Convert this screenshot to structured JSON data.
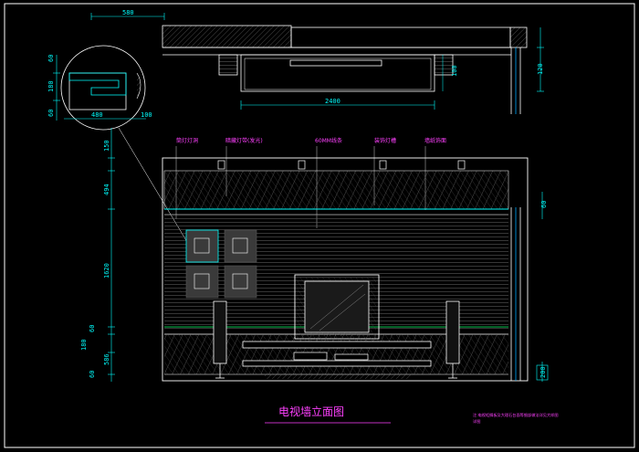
{
  "drawing": {
    "title": "电视墙立面图",
    "note_lines": [
      "注:电视柜搁板及大理石台面等细部做法详见大样图",
      "详图"
    ]
  },
  "ceiling_section": {
    "dim_top": "580",
    "dim_width": "2400",
    "dim_height_left": "100",
    "dim_height_right": "120"
  },
  "detail_circle": {
    "dim_top": "60",
    "dim_mid": "180",
    "dim_bottom": "60",
    "dim_width": "480",
    "dim_side": "100"
  },
  "elevation": {
    "left_dims": [
      "150",
      "494",
      "1620",
      "60",
      "180",
      "586",
      "60"
    ],
    "right_dims": [
      "60",
      "200"
    ],
    "callouts": [
      "筒灯灯洞",
      "暗藏灯带(发光)",
      "60MM线条",
      "装饰灯槽",
      "墙纸饰面"
    ]
  }
}
